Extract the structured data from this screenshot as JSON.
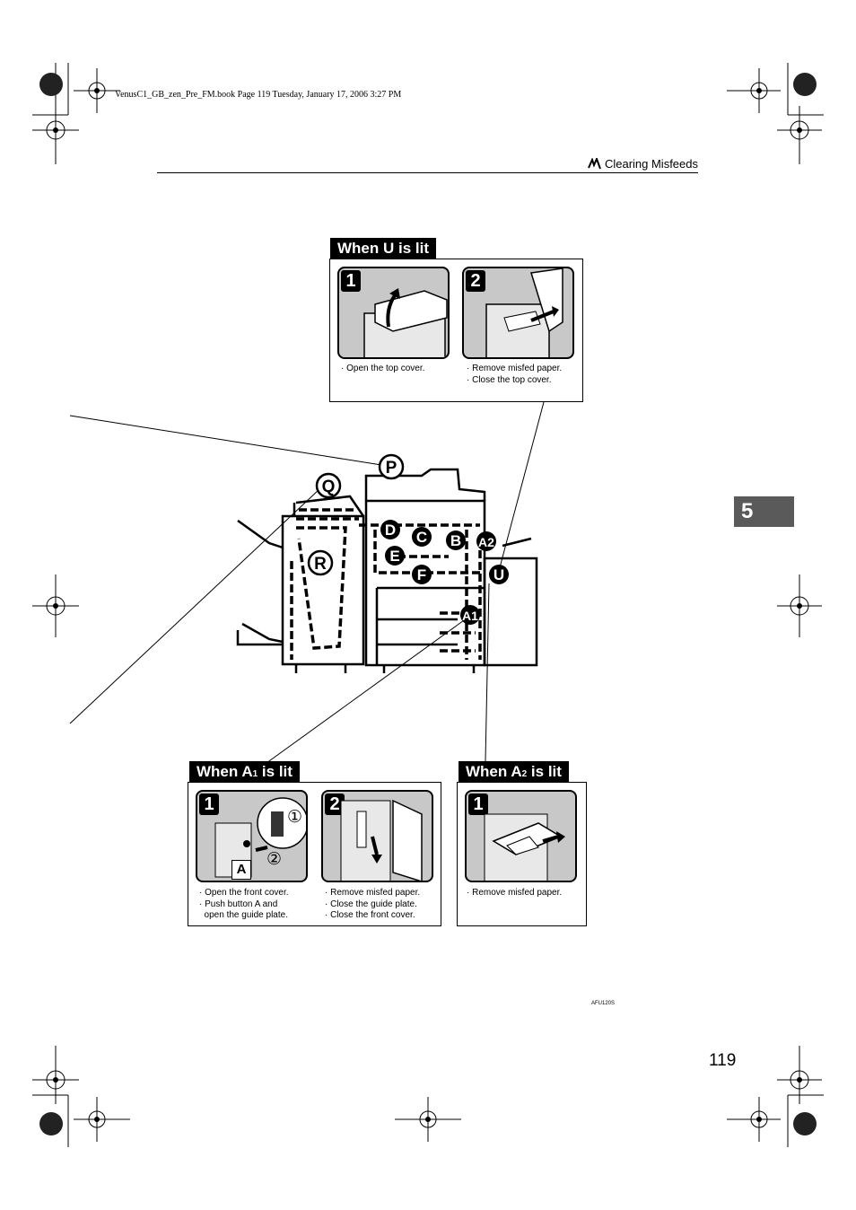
{
  "print_info": "VenusC1_GB_zen_Pre_FM.book  Page 119  Tuesday, January 17, 2006  3:27 PM",
  "header": {
    "section_title": "Clearing Misfeeds",
    "section_icon": "paper-misfeed-icon"
  },
  "chapter_tab": "5",
  "page_number": "119",
  "figure_id": "AFU120S",
  "machine_labels": [
    "P",
    "Q",
    "R",
    "D",
    "C",
    "B",
    "A2",
    "E",
    "F",
    "U",
    "A1"
  ],
  "panels": {
    "u": {
      "title": "When U is lit",
      "steps": [
        {
          "num": "1",
          "lines": [
            "· Open the top cover."
          ]
        },
        {
          "num": "2",
          "lines": [
            "· Remove misfed paper.",
            "· Close the top cover."
          ]
        }
      ]
    },
    "a1": {
      "title_prefix": "When A",
      "title_sub": "1",
      "title_suffix": " is lit",
      "steps": [
        {
          "num": "1",
          "lines": [
            "· Open the front cover.",
            "· Push button A and",
            "  open the guide plate."
          ],
          "callouts": [
            "A",
            "①",
            "②"
          ]
        },
        {
          "num": "2",
          "lines": [
            "· Remove misfed paper.",
            "· Close the guide plate.",
            "· Close the front cover."
          ]
        }
      ]
    },
    "a2": {
      "title_prefix": "When A",
      "title_sub": "2",
      "title_suffix": " is lit",
      "steps": [
        {
          "num": "1",
          "lines": [
            "· Remove misfed paper."
          ]
        }
      ]
    }
  },
  "colors": {
    "tab": "#5a5a5a",
    "illustration_bg": "#c8c8c8"
  }
}
